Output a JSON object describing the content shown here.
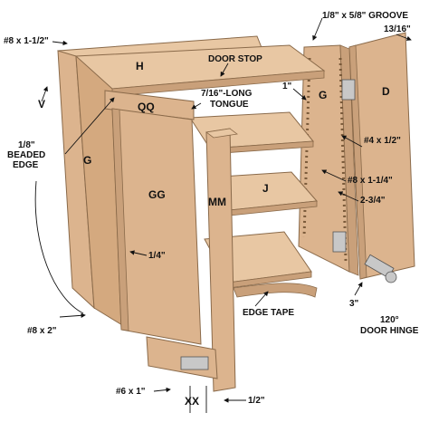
{
  "labels": {
    "groove": "1/8\" x 5/8\" GROOVE",
    "thickness": "13/16\"",
    "screw_top": "#8 x 1-1/2\"",
    "h": "H",
    "door_stop": "DOOR STOP",
    "tongue_line1": "7/16\"-LONG",
    "tongue_line2": "TONGUE",
    "v": "V",
    "qq": "QQ",
    "beaded_line1": "1/8\"",
    "beaded_line2": "BEADED",
    "beaded_line3": "EDGE",
    "g_left": "G",
    "gg": "GG",
    "mm": "MM",
    "j": "J",
    "one_inch": "1\"",
    "g_right": "G",
    "d": "D",
    "screw_4": "#4 x 1/2\"",
    "screw_8_114": "#8 x 1-1/4\"",
    "dim_234": "2-3/4\"",
    "quarter": "1/4\"",
    "edge_tape": "EDGE TAPE",
    "three_inch": "3\"",
    "hinge_line1": "120°",
    "hinge_line2": "DOOR HINGE",
    "screw_8x2": "#8 x 2\"",
    "screw_6x1": "#6 x 1\"",
    "xx": "XX",
    "half": "1/2\""
  },
  "colors": {
    "wood": "#dcb48e",
    "wood_light": "#e8c7a3",
    "wood_dark": "#b98a63",
    "edge": "#c9a07a",
    "ink": "#111111"
  }
}
